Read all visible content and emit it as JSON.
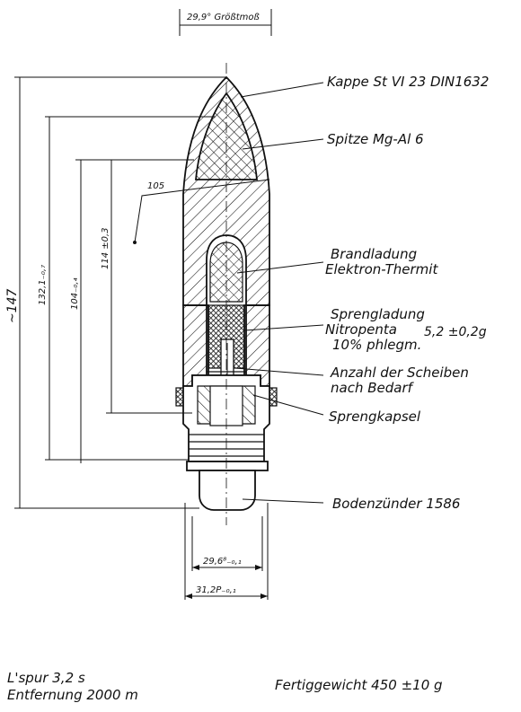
{
  "top_dimension": "29,9° Größtmoß",
  "callouts": {
    "kappe": "Kappe  St VI 23  DIN1632",
    "spitze": "Spitze Mg-Al 6",
    "brand_1": "Brandladung",
    "brand_2": "Elektron-Thermit",
    "spreng_1": "Sprengladung",
    "spreng_2": "Nitropenta",
    "spreng_mass": "5,2 ±0,2g",
    "spreng_3": "10% phlegm.",
    "scheiben_1": "Anzahl der Scheiben",
    "scheiben_2": "nach Bedarf",
    "kapsel": "Sprengkapsel",
    "zuender": "Bodenzünder 1586"
  },
  "left_dimensions": {
    "total": "~147",
    "d132": "132,1₋₀,₇",
    "d104": "104₋₀,₄",
    "d114": "114 ±0,3",
    "d105": "105"
  },
  "bottom_dimensions": {
    "inner": "29,6⁸₋₀,₁",
    "outer": "31,2P₋₀,₁"
  },
  "footer": {
    "lspur": "L'spur  3,2 s",
    "entfernung": "Entfernung  2000 m",
    "gewicht": "Fertiggewicht  450 ±10 g"
  }
}
